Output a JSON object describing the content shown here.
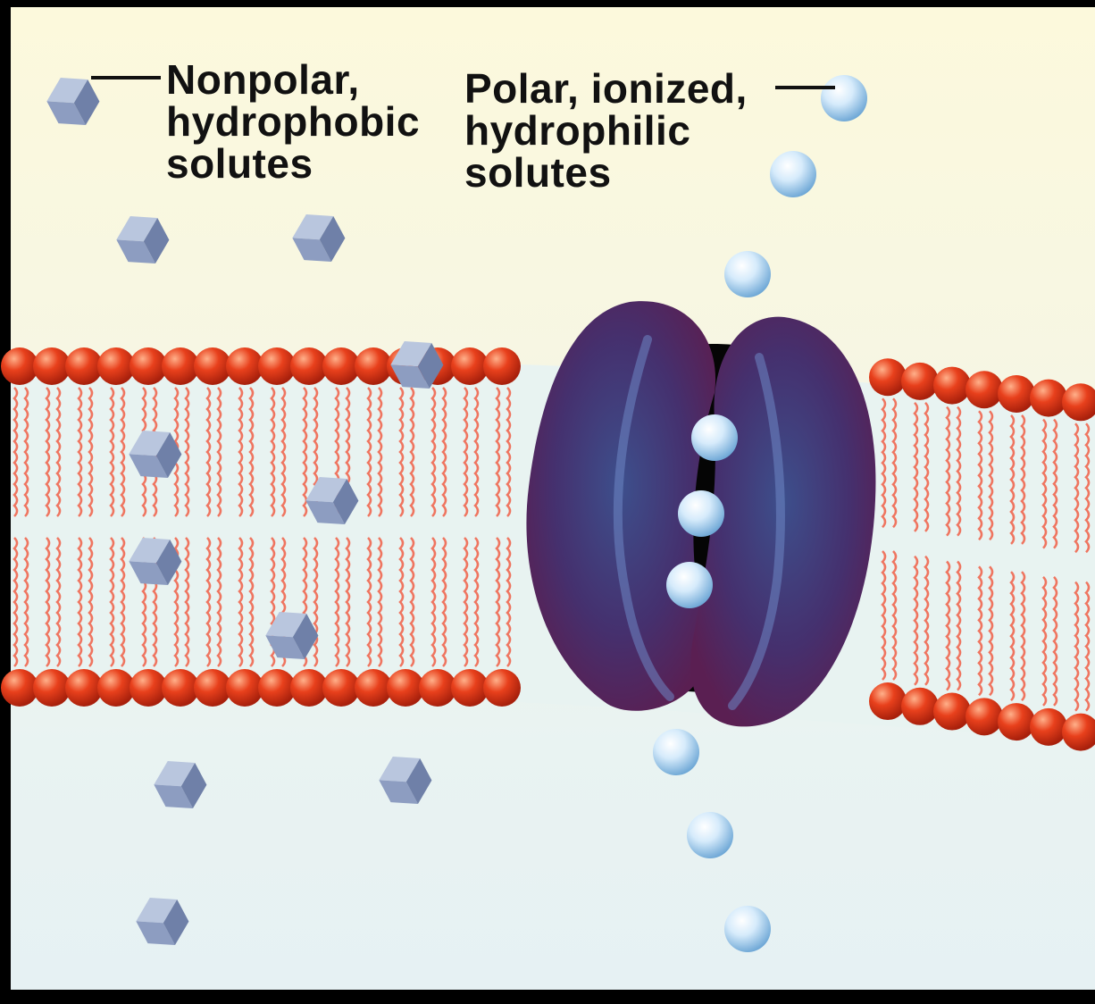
{
  "labels": {
    "nonpolar": [
      "Nonpolar,",
      "hydrophobic",
      "solutes"
    ],
    "polar": [
      "Polar, ionized,",
      "hydrophilic",
      "solutes"
    ]
  },
  "colors": {
    "frame": "#000000",
    "top_fluid": "#fbf8df",
    "bottom_fluid": "#e8f3f3",
    "membrane_core": "#e7f2f0",
    "lipid_head": "#e23a1a",
    "lipid_tail": "#ef7a67",
    "protein": "#4a2a6a",
    "protein_highlight": "#3f5f9a",
    "pore": "#000000",
    "hydrophobic_solute": "#8c9ec2",
    "hydrophilic_solute": "#bcd9f2"
  }
}
